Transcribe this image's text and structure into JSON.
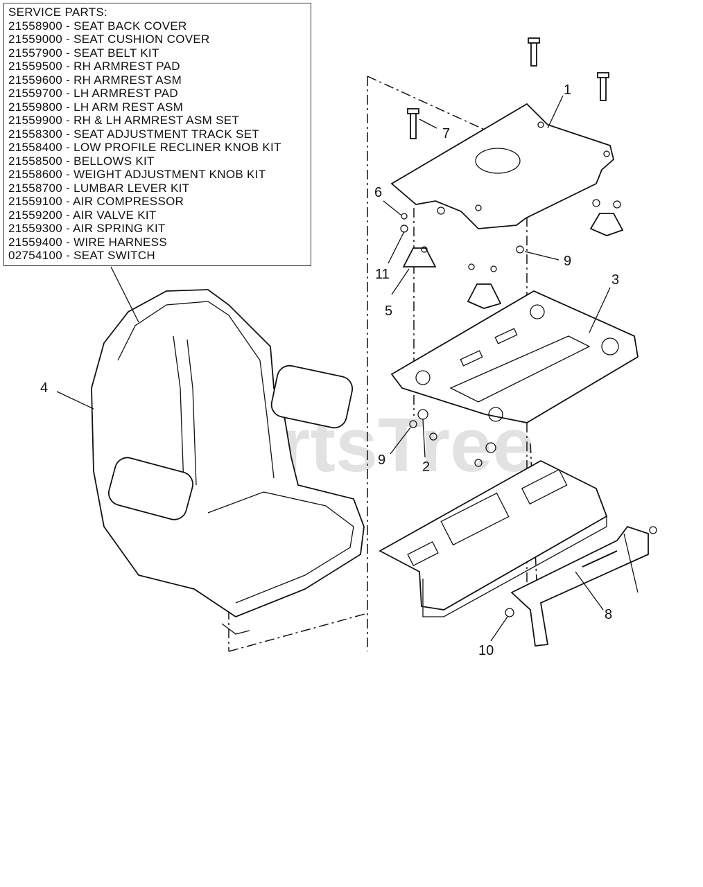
{
  "legend": {
    "title": "SERVICE PARTS:",
    "rows": [
      {
        "pn": "21558900",
        "desc": "SEAT BACK COVER"
      },
      {
        "pn": "21559000",
        "desc": "SEAT CUSHION COVER"
      },
      {
        "pn": "21557900",
        "desc": "SEAT BELT KIT"
      },
      {
        "pn": "21559500",
        "desc": "RH ARMREST PAD"
      },
      {
        "pn": "21559600",
        "desc": "RH ARMREST ASM"
      },
      {
        "pn": "21559700",
        "desc": "LH ARMREST PAD"
      },
      {
        "pn": "21559800",
        "desc": "LH ARM REST ASM"
      },
      {
        "pn": "21559900",
        "desc": "RH & LH ARMREST ASM SET"
      },
      {
        "pn": "21558300",
        "desc": "SEAT ADJUSTMENT TRACK SET"
      },
      {
        "pn": "21558400",
        "desc": "LOW PROFILE RECLINER KNOB KIT"
      },
      {
        "pn": "21558500",
        "desc": "BELLOWS KIT"
      },
      {
        "pn": "21558600",
        "desc": "WEIGHT ADJUSTMENT KNOB KIT"
      },
      {
        "pn": "21558700",
        "desc": "LUMBAR LEVER KIT"
      },
      {
        "pn": "21559100",
        "desc": "AIR COMPRESSOR"
      },
      {
        "pn": "21559200",
        "desc": "AIR VALVE KIT"
      },
      {
        "pn": "21559300",
        "desc": "AIR SPRING KIT"
      },
      {
        "pn": "21559400",
        "desc": "WIRE HARNESS"
      },
      {
        "pn": "02754100",
        "desc": "SEAT SWITCH"
      }
    ]
  },
  "callouts": {
    "c1": "1",
    "c2": "2",
    "c3": "3",
    "c4": "4",
    "c5": "5",
    "c6": "6",
    "c7": "7",
    "c8": "8",
    "c9a": "9",
    "c9b": "9",
    "c10": "10",
    "c11": "11"
  },
  "watermark": "PartsTree"
}
